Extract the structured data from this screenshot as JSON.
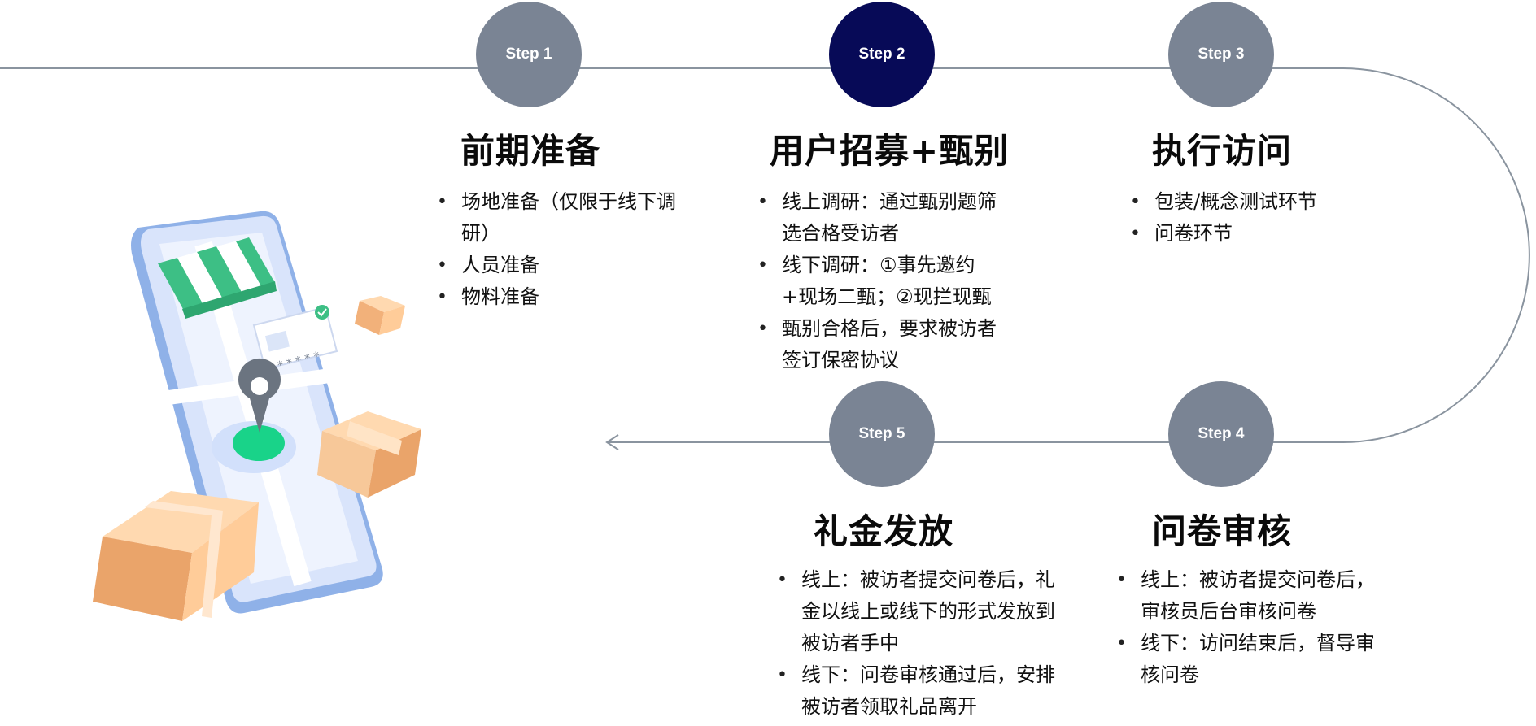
{
  "colors": {
    "circle_default": "#7a8494",
    "circle_active": "#070a57",
    "connector": "#8a949f"
  },
  "steps": [
    {
      "label": "Step 1",
      "title": "前期准备",
      "bullets": [
        "场地准备（仅限于线下调研）",
        "人员准备",
        "物料准备"
      ]
    },
    {
      "label": "Step 2",
      "title": "用户招募+甄别",
      "bullets": [
        "线上调研：通过甄别题筛选合格受访者",
        "线下调研：①事先邀约+现场二甄；②现拦现甄",
        "甄别合格后，要求被访者签订保密协议"
      ]
    },
    {
      "label": "Step 3",
      "title": "执行访问",
      "bullets": [
        "包装/概念测试环节",
        "问卷环节"
      ]
    },
    {
      "label": "Step 4",
      "title": "问卷审核",
      "bullets": [
        "线上：被访者提交问卷后，审核员后台审核问卷",
        "线下：访问结束后，督导审核问卷"
      ]
    },
    {
      "label": "Step 5",
      "title": "礼金发放",
      "bullets": [
        "线上：被访者提交问卷后，礼金以线上或线下的形式发放到被访者手中",
        "线下：问卷审核通过后，安排被访者领取礼品离开"
      ]
    }
  ],
  "illustration": {
    "icon": "delivery-phone-illustration",
    "password_mask": "* * * * *"
  }
}
